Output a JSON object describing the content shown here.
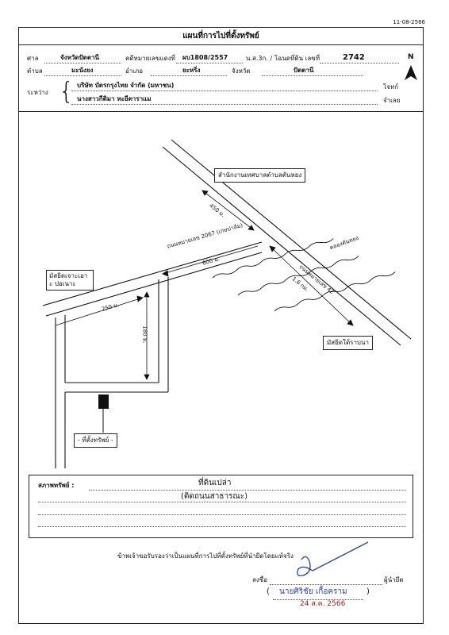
{
  "doc_date": "11-08-2566",
  "title": "แผนที่การไปที่ตั้งทรัพย์",
  "north": "N",
  "header": {
    "court_label": "ศาล",
    "court_value": "จังหวัดปัตตานี",
    "case_label": "คดีหมายเลขแดงที่",
    "case_value": "ผบ1808/2557",
    "deed_label": "น.ส.3ก. / โฉนดที่ดิน เลขที่",
    "deed_value": "2742",
    "subdistrict_label": "ตำบล",
    "subdistrict_value": "มะนังยง",
    "district_label": "อำเภอ",
    "district_value": "ยะหริ่ง",
    "province_label": "จังหวัด",
    "province_value": "ปัตตานี",
    "between_label": "ระหว่าง",
    "plaintiff_value": "บริษัท บัตรกรุงไทย จำกัด (มหาชน)",
    "plaintiff_label": "โจทก์",
    "defendant_value": "นางสาวกีติมา หะยีตาราแม",
    "defendant_label": "จำเลย"
  },
  "map": {
    "office_label": "สำนักงานเทศบาลตำบลตันหยง",
    "dist_450": "450 ม.",
    "road_2067": "ถนนหมายเลข 2067 (เกษปาล์ม)",
    "dist_600": "600 ม.",
    "canal_label": "คลองตันหยง",
    "road_42": "ถนนหมายเลข 42",
    "dist_1_6": "1.6 กม.",
    "mosque_left": "มัสยิดเจาะเอาะ ปอเนาะ",
    "mosque_right": "มัสยิดใต้ราบนา",
    "dist_250": "250 ม.",
    "dist_180": "180 ม.",
    "property_label": "- ที่ตั้งทรัพย์ -"
  },
  "status": {
    "label": "สภาพทรัพย์ :",
    "line1": "ที่ดินเปล่า",
    "line2": "(ติดถนนสาธารณะ)"
  },
  "certify_text": "ข้าพเจ้าขอรับรองว่าเป็นแผนที่การไปที่ตั้งทรัพย์ที่นำยึดโดยแท้จริง",
  "sign_label": "ลงชื่อ",
  "seizer_label": "ผู้นำยึด",
  "signer_name": "นายศิริชัย เกื้อคราม",
  "sign_date": "24 ส.ค. 2566",
  "colors": {
    "ink": "#111111",
    "signature": "#2b3fa8"
  }
}
